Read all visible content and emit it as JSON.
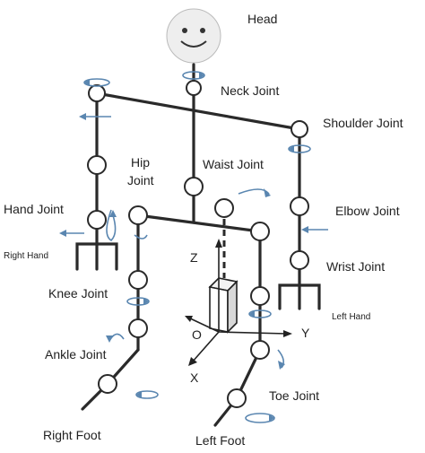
{
  "labels": {
    "head": "Head",
    "neck_joint": "Neck Joint",
    "shoulder_joint": "Shoulder Joint",
    "hip_line1": "Hip",
    "hip_line2": "Joint",
    "waist_joint": "Waist Joint",
    "hand_joint": "Hand Joint",
    "elbow_joint": "Elbow Joint",
    "right_hand": "Right Hand",
    "wrist_joint": "Wrist Joint",
    "knee_joint": "Knee Joint",
    "left_hand": "Left Hand",
    "ankle_joint": "Ankle Joint",
    "toe_joint": "Toe Joint",
    "right_foot": "Right Foot",
    "left_foot": "Left Foot"
  },
  "axes": {
    "z": "Z",
    "o": "O",
    "y": "Y",
    "x": "X"
  },
  "colors": {
    "rotation_arrow": "#5a86b0",
    "skeleton": "#2a2a2a",
    "head_fill": "#eeeeee"
  }
}
